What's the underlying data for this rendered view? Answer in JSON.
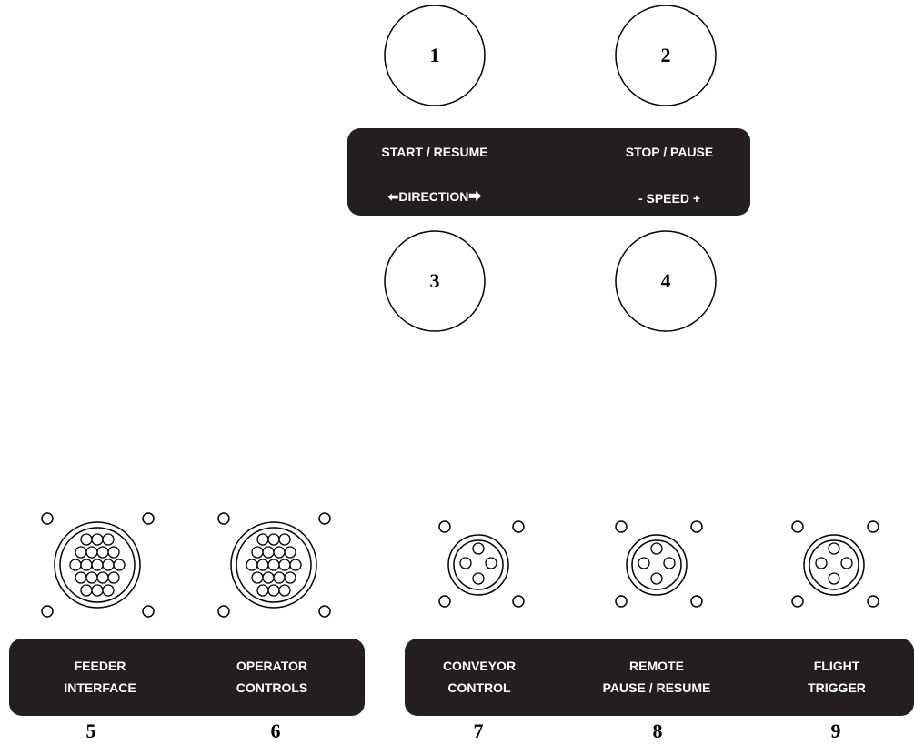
{
  "buttons": [
    {
      "id": "1",
      "label": "1"
    },
    {
      "id": "2",
      "label": "2"
    },
    {
      "id": "3",
      "label": "3"
    },
    {
      "id": "4",
      "label": "4"
    }
  ],
  "control_panel": {
    "start_resume": "START / RESUME",
    "stop_pause": "STOP / PAUSE",
    "direction": "DIRECTION",
    "speed": "- SPEED +"
  },
  "connectors": [
    {
      "number": "5",
      "line1": "FEEDER",
      "line2": "INTERFACE",
      "type": "multi-pin"
    },
    {
      "number": "6",
      "line1": "OPERATOR",
      "line2": "CONTROLS",
      "type": "multi-pin"
    },
    {
      "number": "7",
      "line1": "CONVEYOR",
      "line2": "CONTROL",
      "type": "4-pin"
    },
    {
      "number": "8",
      "line1": "REMOTE",
      "line2": "PAUSE / RESUME",
      "type": "4-pin"
    },
    {
      "number": "9",
      "line1": "FLIGHT",
      "line2": "TRIGGER",
      "type": "4-pin"
    }
  ],
  "colors": {
    "panel": "#231f20",
    "text_on_panel": "#ffffff",
    "stroke": "#000000"
  }
}
